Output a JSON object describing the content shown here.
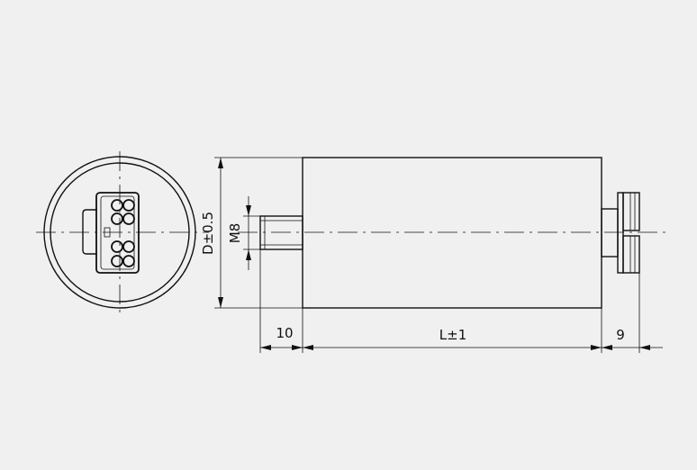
{
  "drawing": {
    "dimensions": {
      "diameter": "D±0.5",
      "thread": "M8",
      "stud_length": "10",
      "body_length": "L±1",
      "terminal_length": "9"
    },
    "colors": {
      "background": "#f0f0f0",
      "line": "#111111"
    }
  }
}
